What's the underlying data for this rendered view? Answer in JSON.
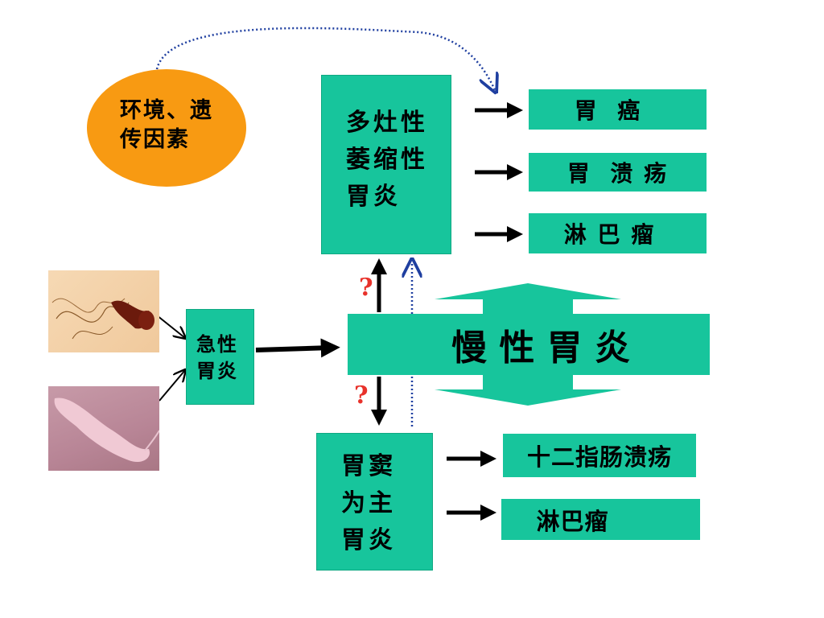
{
  "factors": {
    "label": "环境、遗\n传因素"
  },
  "atrophic": {
    "label": "多灶性\n萎缩性\n胃炎"
  },
  "acute": {
    "label": "急性\n胃炎"
  },
  "chronic": {
    "label": "慢 性 胃 炎"
  },
  "antral": {
    "label": "胃窦\n为主\n胃炎"
  },
  "outcomes_top": [
    {
      "label": "胃  癌"
    },
    {
      "label": "胃  溃 疡"
    },
    {
      "label": "淋 巴 瘤"
    }
  ],
  "outcomes_bottom": [
    {
      "label": "十二指肠溃疡"
    },
    {
      "label": "淋巴瘤"
    }
  ],
  "questions": {
    "up": "?",
    "down": "?"
  },
  "colors": {
    "box": "#17c59c",
    "ellipse": "#f89a12",
    "question": "#e8322b",
    "dotted_arrow": "#1f3fa0"
  }
}
